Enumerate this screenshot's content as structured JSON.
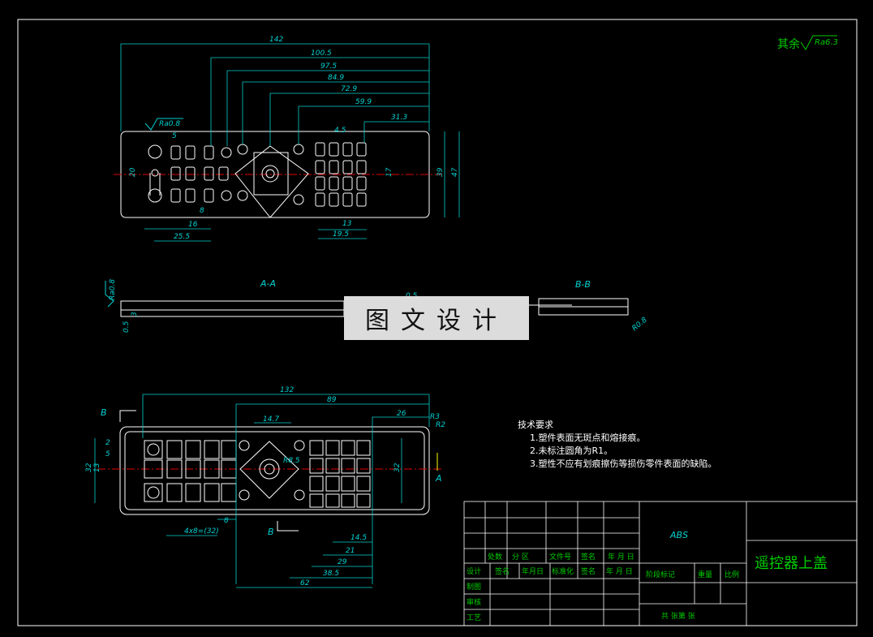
{
  "roughness": {
    "default": "其余",
    "default_value": "Ra6.3",
    "top_view": "Ra0.8",
    "section_view": "Ra0.8"
  },
  "top_view": {
    "dims_top": [
      "142",
      "100.5",
      "97.5",
      "84.9",
      "72.9",
      "59.9",
      "31.3"
    ],
    "dims_misc": [
      "4.5",
      "5",
      "20",
      "8",
      "16",
      "25.5",
      "13",
      "19.5",
      "17",
      "39",
      "47"
    ]
  },
  "section_aa": {
    "label": "A-A",
    "dim_top": "0.5",
    "dim_left": "0.5",
    "dim_left2": "3"
  },
  "section_bb": {
    "label": "B-B",
    "dim": "R0.8"
  },
  "bottom_view": {
    "dims_top": [
      "132",
      "89",
      "14.7",
      "26"
    ],
    "dims_bottom": [
      "4x8=(32)",
      "8",
      "14.5",
      "21",
      "29",
      "38.5",
      "62"
    ],
    "dims_side": [
      "32",
      "13",
      "2",
      "5",
      "32",
      "R3",
      "R2",
      "R8.5"
    ],
    "cut_a": "A",
    "cut_b": "B"
  },
  "notes": {
    "title": "技术要求",
    "items": [
      "1.塑件表面无斑点和熔接痕。",
      "2.未标注圆角为R1。",
      "3.塑性不应有划痕擦伤等损伤零件表面的缺陷。"
    ]
  },
  "title_block": {
    "material": "ABS",
    "part_name": "遥控器上盖",
    "row_headers": [
      "处数",
      "分 区",
      "文件号",
      "签名",
      "年 月 日"
    ],
    "row2": [
      "设计",
      "签名",
      "年月日",
      "标准化",
      "签名",
      "年 月 日"
    ],
    "row_labels": [
      "制图",
      "审核",
      "工艺"
    ],
    "stage": [
      "阶段标记",
      "重量",
      "比例"
    ],
    "sheets": "共  张第  张"
  },
  "watermark": "图文设计"
}
